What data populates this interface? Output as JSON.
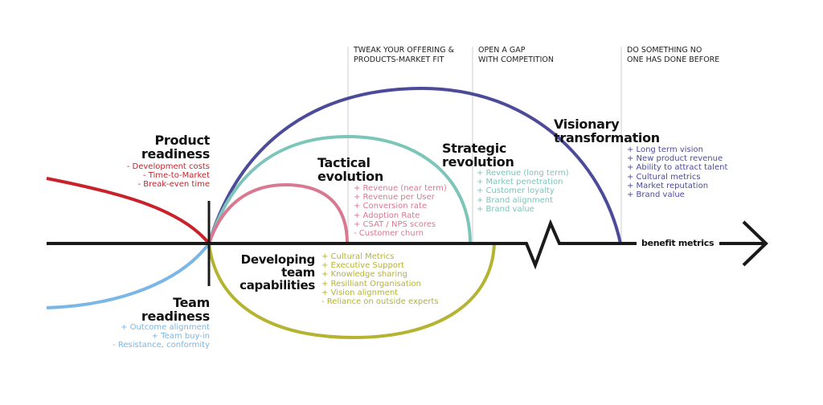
{
  "colors": {
    "product": "#c8232b",
    "team": "#7ab6e6",
    "tactical": "#d97891",
    "strategic": "#7cc5b9",
    "visionary": "#4c4b9a",
    "developing": "#b5b432",
    "axis": "#1a1a1a"
  },
  "top_labels": [
    {
      "line1": "TWEAK YOUR OFFERING &",
      "line2": "PRODUCTS-MARKET FIT"
    },
    {
      "line1": "OPEN A GAP",
      "line2": "WITH COMPETITION"
    },
    {
      "line1": "DO SOMETHING NO",
      "line2": "ONE HAS DONE BEFORE"
    }
  ],
  "axis_label": "benefit metrics",
  "product": {
    "title1": "Product",
    "title2": "readiness",
    "items": [
      "- Development costs",
      "- Time-to-Market",
      "- Break-even time"
    ]
  },
  "team": {
    "title1": "Team",
    "title2": "readiness",
    "items": [
      "+ Outcome alignment",
      "+ Team buy-in",
      "- Resistance, conformity"
    ]
  },
  "tactical": {
    "title1": "Tactical",
    "title2": "evolution",
    "items": [
      "+ Revenue (near term)",
      "+ Revenue per User",
      "+ Conversion rate",
      "+ Adoption Rate",
      "+ CSAT / NPS scores",
      "- Customer churn"
    ]
  },
  "strategic": {
    "title1": "Strategic",
    "title2": "revolution",
    "items": [
      "+ Revenue (long term)",
      "+ Market penetration",
      "+ Customer loyalty",
      "+ Brand alignment",
      "+ Brand value"
    ]
  },
  "visionary": {
    "title1": "Visionary",
    "title2": "transformation",
    "items": [
      "+ Long term vision",
      "+ New product revenue",
      "+ Ability to attract talent",
      "+ Cultural metrics",
      "+ Market reputation",
      "+ Brand value"
    ]
  },
  "developing": {
    "title1": "Developing",
    "title2": "team",
    "title3": "capabilities",
    "items": [
      "+ Cultural Metrics",
      "+ Executive Support",
      "+ Knowledge sharing",
      "+ Resilliant Organisation",
      "+ Vision alignment",
      "- Reliance on outside experts"
    ]
  }
}
